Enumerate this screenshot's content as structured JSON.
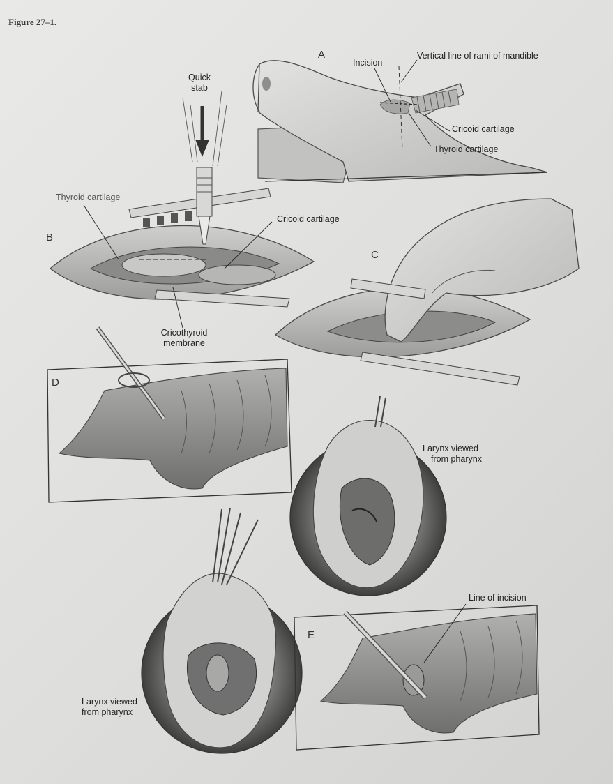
{
  "figure_title": "Figure 27–1.",
  "panels": {
    "a": {
      "letter": "A",
      "labels": {
        "incision": "Incision",
        "vertical_line": "Vertical line of rami of mandible",
        "cricoid": "Cricoid cartilage",
        "thyroid": "Thyroid cartilage"
      }
    },
    "b": {
      "letter": "B",
      "labels": {
        "quick_stab_1": "Quick",
        "quick_stab_2": "stab",
        "thyroid": "Thyroid cartilage",
        "cricoid": "Cricoid cartilage",
        "cricothyroid_1": "Cricothyroid",
        "cricothyroid_2": "membrane"
      }
    },
    "c": {
      "letter": "C"
    },
    "d": {
      "letter": "D",
      "labels": {
        "larynx_1": "Larynx viewed",
        "larynx_2": "from pharynx"
      }
    },
    "e": {
      "letter": "E",
      "labels": {
        "line_of_incision": "Line of incision",
        "larynx_1": "Larynx viewed",
        "larynx_2": "from pharynx"
      }
    }
  }
}
